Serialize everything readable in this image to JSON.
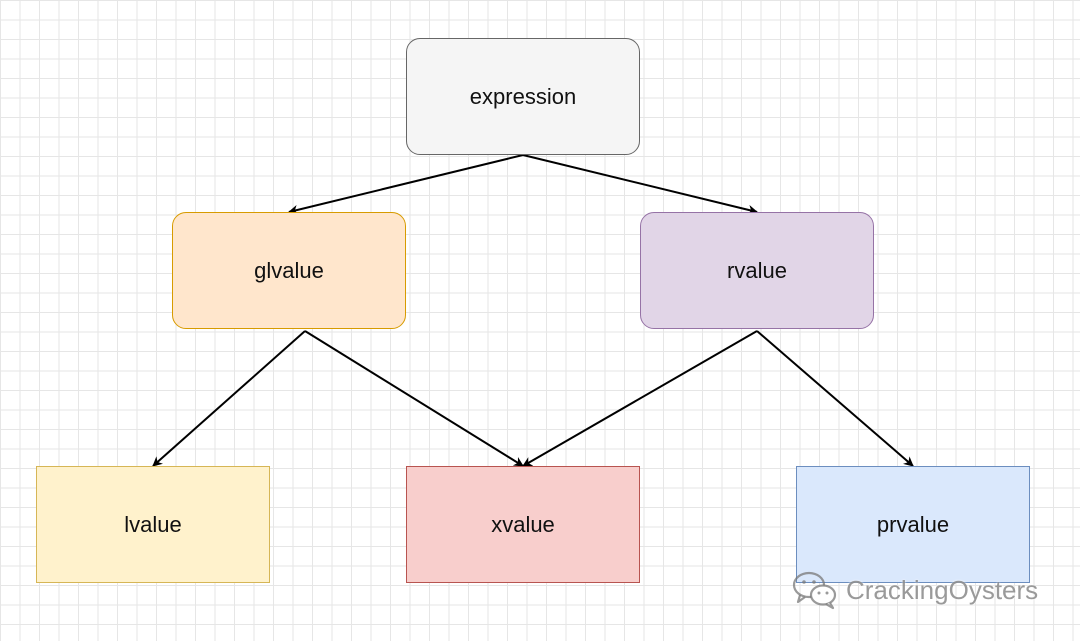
{
  "diagram": {
    "nodes": {
      "expression": {
        "label": "expression",
        "fill": "#f5f5f5",
        "stroke": "#666666"
      },
      "glvalue": {
        "label": "glvalue",
        "fill": "#ffe6cc",
        "stroke": "#d79b00"
      },
      "rvalue": {
        "label": "rvalue",
        "fill": "#e1d5e7",
        "stroke": "#9673a6"
      },
      "lvalue": {
        "label": "lvalue",
        "fill": "#fff2cc",
        "stroke": "#d6b656"
      },
      "xvalue": {
        "label": "xvalue",
        "fill": "#f8cecc",
        "stroke": "#b85450"
      },
      "prvalue": {
        "label": "prvalue",
        "fill": "#dae8fc",
        "stroke": "#6c8ebf"
      }
    },
    "edges": [
      {
        "from": "expression",
        "to": "glvalue"
      },
      {
        "from": "expression",
        "to": "rvalue"
      },
      {
        "from": "glvalue",
        "to": "lvalue"
      },
      {
        "from": "glvalue",
        "to": "xvalue"
      },
      {
        "from": "rvalue",
        "to": "xvalue"
      },
      {
        "from": "rvalue",
        "to": "prvalue"
      }
    ],
    "edge_color": "#000000",
    "grid_color": "#e6e6e6"
  },
  "watermark": {
    "text": "CrackingOysters",
    "icon": "wechat-icon"
  }
}
